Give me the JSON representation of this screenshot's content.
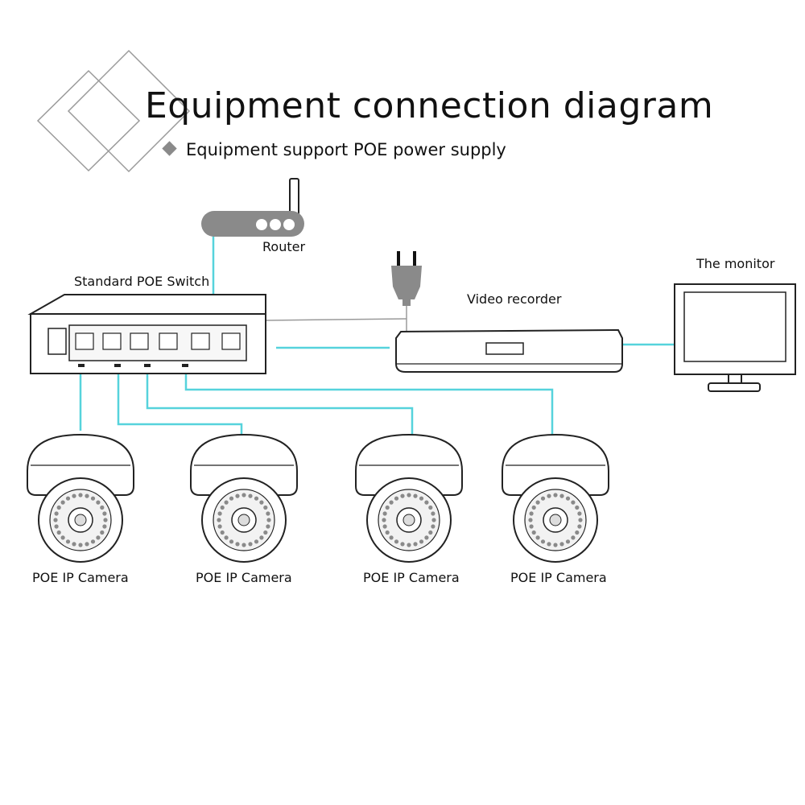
{
  "header": {
    "title": "Equipment connection diagram",
    "subtitle": "Equipment support POE power supply"
  },
  "devices": {
    "router": "Router",
    "switch": "Standard POE Switch",
    "recorder": "Video recorder",
    "monitor": "The monitor",
    "cameras": [
      "POE IP Camera",
      "POE IP Camera",
      "POE IP Camera",
      "POE IP Camera"
    ]
  },
  "colors": {
    "cable": "#56d3dc",
    "outline": "#222222",
    "accent_gray": "#8a8a8a"
  }
}
